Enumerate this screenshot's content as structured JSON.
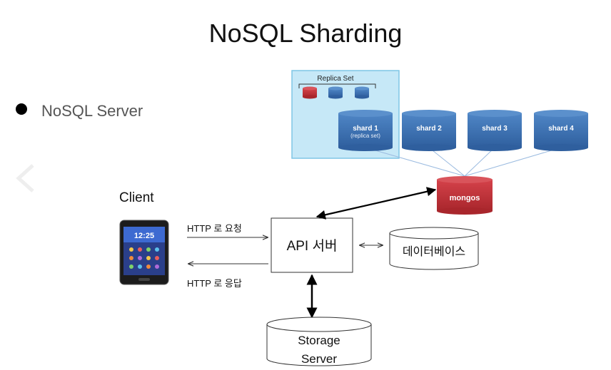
{
  "title": "NoSQL Sharding",
  "bullet": "NoSQL Server",
  "client_label": "Client",
  "phone": {
    "clock": "12:25"
  },
  "http_request": "HTTP 로 요청",
  "http_response": "HTTP 로 응답",
  "api_server": "API 서버",
  "database": "데이터베이스",
  "storage_server": [
    "Storage",
    "Server"
  ],
  "replica_set_label": "Replica Set",
  "shards": [
    {
      "label": "shard 1",
      "sub": "(replica set)"
    },
    {
      "label": "shard 2"
    },
    {
      "label": "shard 3"
    },
    {
      "label": "shard 4"
    }
  ],
  "mongos": "mongos",
  "colors": {
    "shard_blue": "#3f72b3",
    "mongos_red": "#c7343a",
    "replica_bg": "#c6e8f7",
    "replica_border": "#7fc6e6"
  }
}
